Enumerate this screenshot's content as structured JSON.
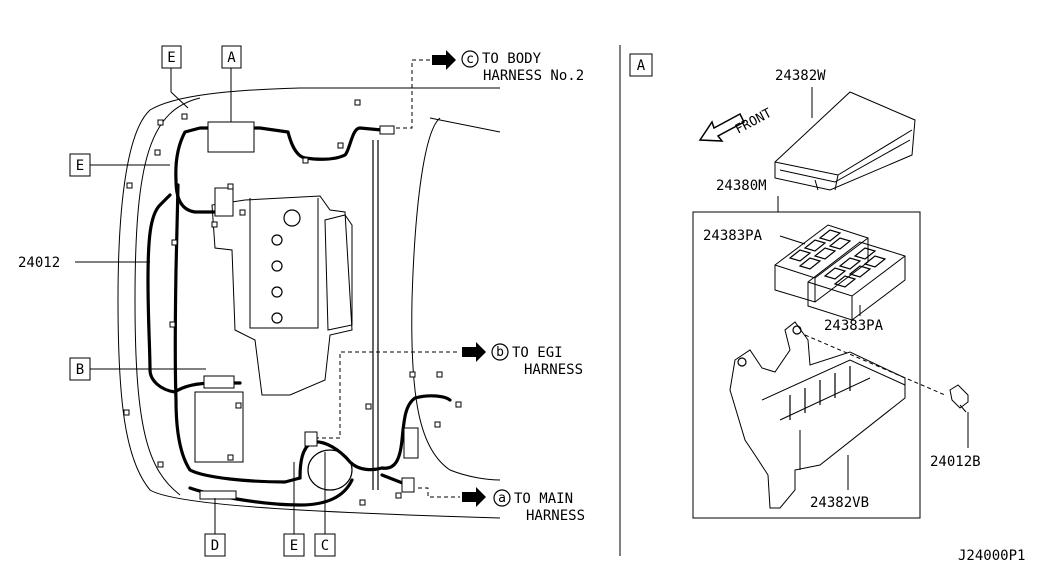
{
  "left_view": {
    "callouts": {
      "a_top": "A",
      "e_top": "E",
      "e_mid": "E",
      "b": "B",
      "d": "D",
      "e_bottom": "E",
      "c": "C"
    },
    "part_24012": "24012",
    "to_body": {
      "marker": "c",
      "line1": "TO BODY",
      "line2": "HARNESS No.2"
    },
    "to_egi": {
      "marker": "b",
      "line1": "TO EGI",
      "line2": "HARNESS"
    },
    "to_main": {
      "marker": "a",
      "line1": "TO MAIN",
      "line2": "HARNESS"
    }
  },
  "right_view": {
    "section_label": "A",
    "front_label": "FRONT",
    "parts": {
      "cover": "24382W",
      "assembly": "24380M",
      "fuse_block_1": "24383PA",
      "fuse_block_2": "24383PA",
      "bolt": "24012B",
      "bracket": "24382VB"
    }
  },
  "diagram_id": "J24000P1"
}
